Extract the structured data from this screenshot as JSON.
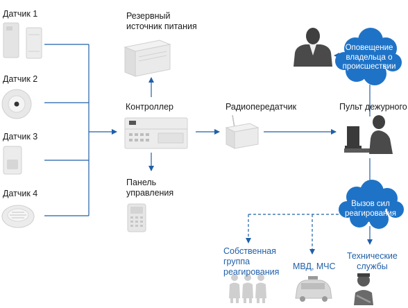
{
  "sensors": [
    {
      "label": "Датчик 1",
      "icon": "door-magnet-sensor-icon"
    },
    {
      "label": "Датчик 2",
      "icon": "glass-break-sensor-icon"
    },
    {
      "label": "Датчик 3",
      "icon": "motion-sensor-icon"
    },
    {
      "label": "Датчик 4",
      "icon": "smoke-detector-icon"
    }
  ],
  "power": {
    "line1": "Резервный",
    "line2": "источник питания",
    "icon": "power-supply-icon"
  },
  "controller": {
    "label": "Контроллер",
    "icon": "controller-icon"
  },
  "panel": {
    "line1": "Панель",
    "line2": "управления",
    "icon": "keypad-icon"
  },
  "radio": {
    "label": "Радиопередатчик",
    "icon": "radio-transmitter-icon"
  },
  "console": {
    "label": "Пульт дежурного",
    "icon": "operator-icon"
  },
  "owner": {
    "icon": "owner-person-icon"
  },
  "cloud_notify": {
    "line1": "Оповещение",
    "line2": "владельца о",
    "line3": "происшествии"
  },
  "cloud_response": {
    "line1": "Вызов сил",
    "line2": "реагирования"
  },
  "responders": [
    {
      "line1": "Собственная",
      "line2": "группа",
      "line3": "реагирования",
      "icon": "security-team-icon"
    },
    {
      "line1": "МВД, МЧС",
      "icon": "police-car-icon"
    },
    {
      "line1": "Технические",
      "line2": "службы",
      "icon": "technician-icon"
    }
  ],
  "colors": {
    "line": "#1f5fa8",
    "cloud": "#1f73c7",
    "device": "#e6e6e6",
    "person": "#4a4a4a"
  }
}
